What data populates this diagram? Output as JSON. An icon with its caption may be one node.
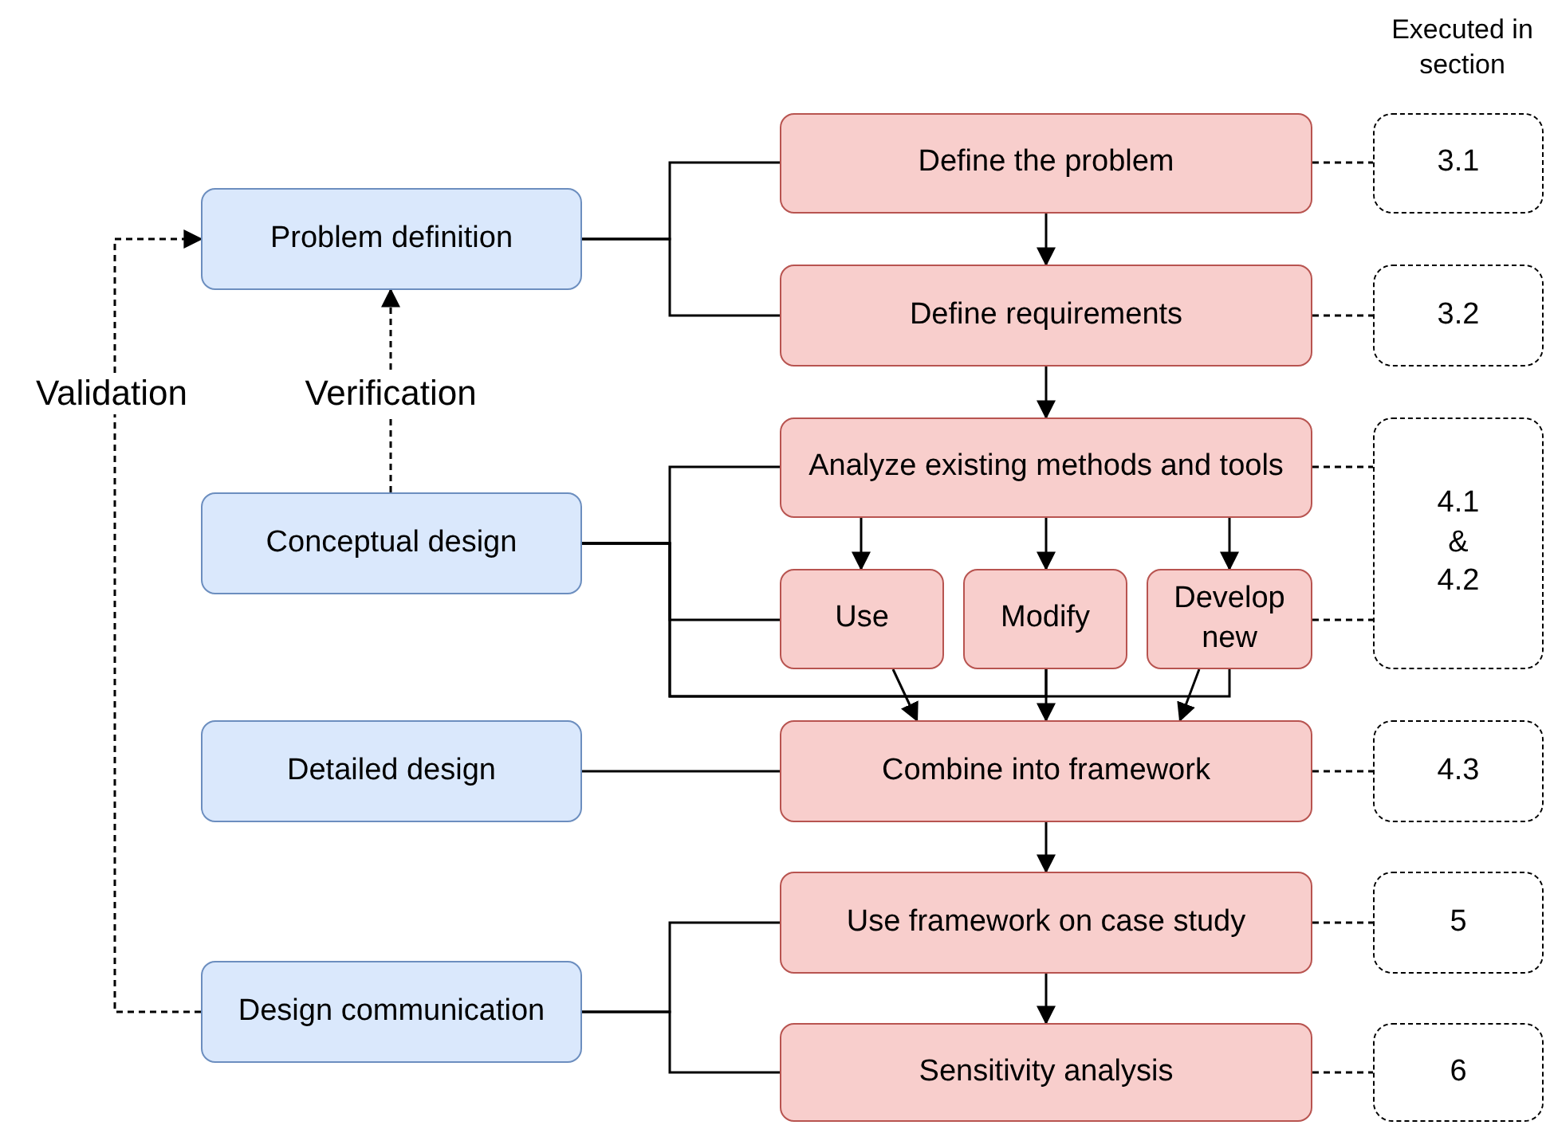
{
  "diagram": {
    "nodes": [
      {
        "text": [
          "Problem definition"
        ]
      },
      {
        "text": [
          "Conceptual design"
        ]
      },
      {
        "text": [
          "Detailed design"
        ]
      },
      {
        "text": [
          "Design communication"
        ]
      },
      {
        "text": [
          "Define the problem"
        ]
      },
      {
        "text": [
          "Define requirements"
        ]
      },
      {
        "text": [
          "Analyze existing methods and tools"
        ]
      },
      {
        "text": [
          "Use"
        ]
      },
      {
        "text": [
          "Modify"
        ]
      },
      {
        "text": [
          "Develop new"
        ]
      },
      {
        "text": [
          "Combine into framework"
        ]
      },
      {
        "text": [
          "Use framework on case study"
        ]
      },
      {
        "text": [
          "Sensitivity analysis"
        ]
      },
      {
        "text": [
          "3.1"
        ]
      },
      {
        "text": [
          "3.2"
        ]
      },
      {
        "text": [
          "4.1 & 4.2"
        ]
      },
      {
        "text": [
          "4.3"
        ]
      },
      {
        "text": [
          "5"
        ]
      },
      {
        "text": [
          "6"
        ]
      }
    ],
    "edges": [
      {
        "from": 3,
        "to": 0,
        "arrow": "to",
        "style": "dashed",
        "label": "Validation"
      },
      {
        "from": 1,
        "to": 0,
        "arrow": "to",
        "style": "dashed",
        "label": "Verification"
      },
      {
        "from": 0,
        "to": 4,
        "arrow": "none"
      },
      {
        "from": 0,
        "to": 5,
        "arrow": "none"
      },
      {
        "from": 1,
        "to": 6,
        "arrow": "none"
      },
      {
        "from": 1,
        "to": 7,
        "arrow": "none"
      },
      {
        "from": 1,
        "to": 8,
        "arrow": "none"
      },
      {
        "from": 1,
        "to": 9,
        "arrow": "none"
      },
      {
        "from": 2,
        "to": 10,
        "arrow": "none"
      },
      {
        "from": 3,
        "to": 11,
        "arrow": "none"
      },
      {
        "from": 3,
        "to": 12,
        "arrow": "none"
      },
      {
        "from": 4,
        "to": 5,
        "arrow": "to"
      },
      {
        "from": 5,
        "to": 6,
        "arrow": "to"
      },
      {
        "from": 6,
        "to": 7,
        "arrow": "to"
      },
      {
        "from": 6,
        "to": 8,
        "arrow": "to"
      },
      {
        "from": 6,
        "to": 9,
        "arrow": "to"
      },
      {
        "from": 7,
        "to": 10,
        "arrow": "to"
      },
      {
        "from": 8,
        "to": 10,
        "arrow": "to"
      },
      {
        "from": 9,
        "to": 10,
        "arrow": "to"
      },
      {
        "from": 10,
        "to": 11,
        "arrow": "to"
      },
      {
        "from": 11,
        "to": 12,
        "arrow": "to"
      },
      {
        "from": 4,
        "to": 13,
        "arrow": "none",
        "style": "dashed"
      },
      {
        "from": 5,
        "to": 14,
        "arrow": "none",
        "style": "dashed"
      },
      {
        "from": 6,
        "to": 15,
        "arrow": "none",
        "style": "dashed"
      },
      {
        "from": 9,
        "to": 15,
        "arrow": "none",
        "style": "dashed"
      },
      {
        "from": 10,
        "to": 16,
        "arrow": "none",
        "style": "dashed"
      },
      {
        "from": 11,
        "to": 17,
        "arrow": "none",
        "style": "dashed"
      },
      {
        "from": 12,
        "to": 18,
        "arrow": "none",
        "style": "dashed"
      }
    ],
    "labels": [
      "Executed in section"
    ]
  }
}
